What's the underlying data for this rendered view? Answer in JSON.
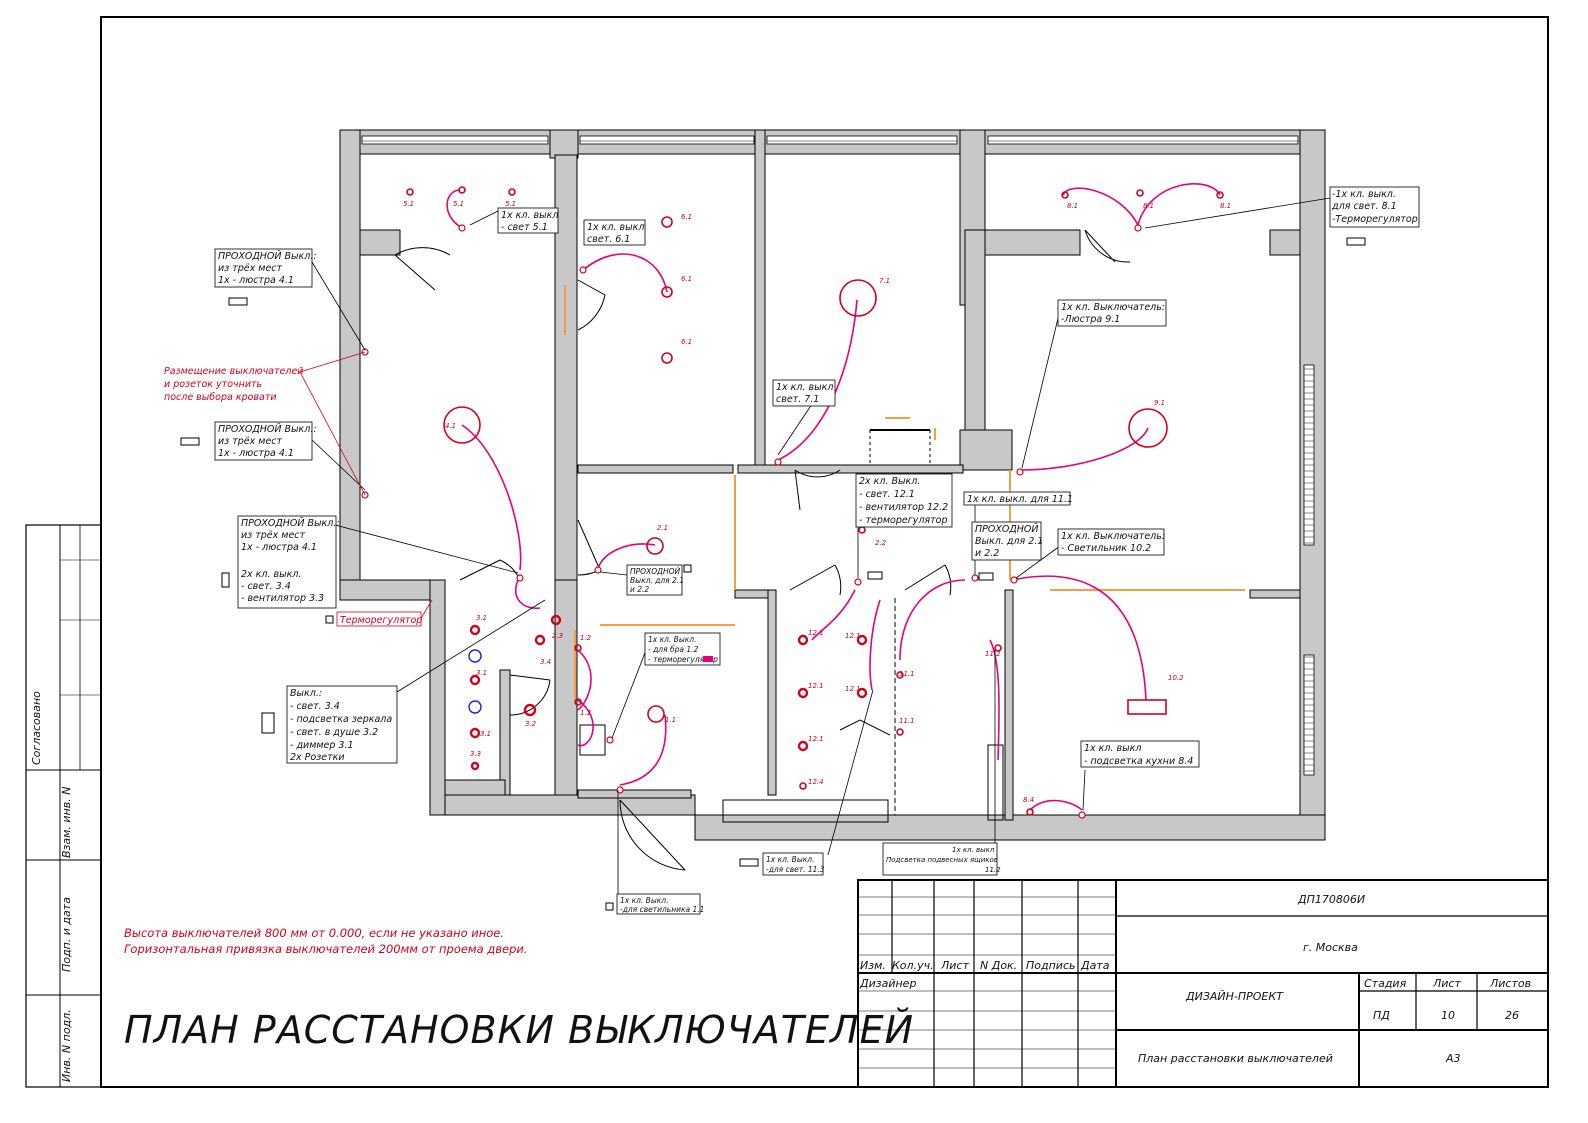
{
  "drawing_title": "ПЛАН РАССТАНОВКИ ВЫКЛЮЧАТЕЛЕЙ",
  "general_notes": [
    "Высота выключателей 800 мм от 0.000, если не указано иное.",
    "Горизонтальная привязка выключателей 200мм от проема двери."
  ],
  "side_stamp": [
    "Согласовано",
    "Взам. инв. N",
    "Подп. и дата",
    "Инв. N подл."
  ],
  "title_block": {
    "code": "ДП170806И",
    "city": "г. Москва",
    "col_headers": [
      "Изм.",
      "Кол.уч.",
      "Лист",
      "N Док.",
      "Подпись",
      "Дата"
    ],
    "designer_label": "Дизайнер",
    "project_type": "ДИЗАЙН-ПРОЕКТ",
    "stage_label": "Стадия",
    "sheet_label": "Лист",
    "sheets_label": "Листов",
    "stage": "ПД",
    "sheet": "10",
    "sheets": "26",
    "sheet_name": "План расстановки выключателей",
    "format": "А3"
  },
  "annotations": [
    [
      "1x кл. выкл",
      "- свет 5.1"
    ],
    [
      "1x кл. выкл",
      "свет. 6.1"
    ],
    [
      "ПРОХОДНОЙ Выкл.:",
      "из трёх мест",
      "1x - люстра 4.1"
    ],
    [
      "ПРОХОДНОЙ Выкл.:",
      "из трёх мест",
      "1x - люстра 4.1"
    ],
    [
      "ПРОХОДНОЙ Выкл.:",
      "из трёх мест",
      "1x - люстра 4.1",
      "",
      "2x кл. выкл.",
      "- свет. 3.4",
      "- вентилятор 3.3"
    ],
    [
      "Выкл.:",
      "- свет. 3.4",
      "- подсветка зеркала",
      "- свет. в душе 3.2",
      "- диммер 3.1",
      "2x Розетки"
    ],
    [
      "1x кл. выкл",
      "свет. 7.1"
    ],
    [
      "2x кл. Выкл.",
      "- свет. 12.1",
      "- вентилятор 12.2",
      "- терморегулятор"
    ],
    [
      "-1x кл. выкл.",
      "для свет. 8.1",
      "-Терморегулятор"
    ],
    [
      "1x кл. Выключатель:",
      "-Люстра 9.1"
    ],
    [
      "1x кл. выкл. для 11.1"
    ],
    [
      "ПРОХОДНОЙ",
      "Выкл. для 2.1",
      "и 2.2"
    ],
    [
      "1x кл. Выключатель:",
      "- Светильник 10.2"
    ],
    [
      "ПРОХОДНОЙ",
      "Выкл. для 2.1",
      "и 2.2"
    ],
    [
      "1x кл. Выкл.",
      "- для бра 1.2",
      "- терморегулятор"
    ],
    [
      "1x кл. выкл",
      "- подсветка кухни 8.4"
    ],
    [
      "1x кл. Выкл.",
      "-для свет. 11.3"
    ],
    [
      "1x кл. выкл",
      "Подсветка подвесных ящиков",
      "11.2"
    ],
    [
      "1x кл. Выкл.",
      "-для светильника 1.1"
    ]
  ],
  "red_notes": {
    "placement": [
      "Размещение выключателей",
      "и розеток уточнить",
      "после выбора кровати"
    ],
    "thermostat": "Терморегулятор"
  },
  "fixture_labels": [
    "5.1",
    "5.1",
    "5.1",
    "6.1",
    "6.1",
    "6.1",
    "8.1",
    "8.1",
    "8.1",
    "7.1",
    "9.1",
    "4.1",
    "2.1",
    "2.2",
    "3.1",
    "3.1",
    "3.1",
    "3.2",
    "3.3",
    "3.4",
    "2.3",
    "1.2",
    "1.2",
    "1.1",
    "12.1",
    "12.1",
    "12.1",
    "12.1",
    "12.1",
    "12.4",
    "11.1",
    "11.1",
    "11.2",
    "10.2",
    "8.4"
  ],
  "colors": {
    "wall": "#c8c8c8",
    "wire": "#e6007e",
    "fixture": "#d0021b",
    "socket": "#1f1fd6",
    "door_opening": "#f0a040",
    "line": "#000000"
  }
}
